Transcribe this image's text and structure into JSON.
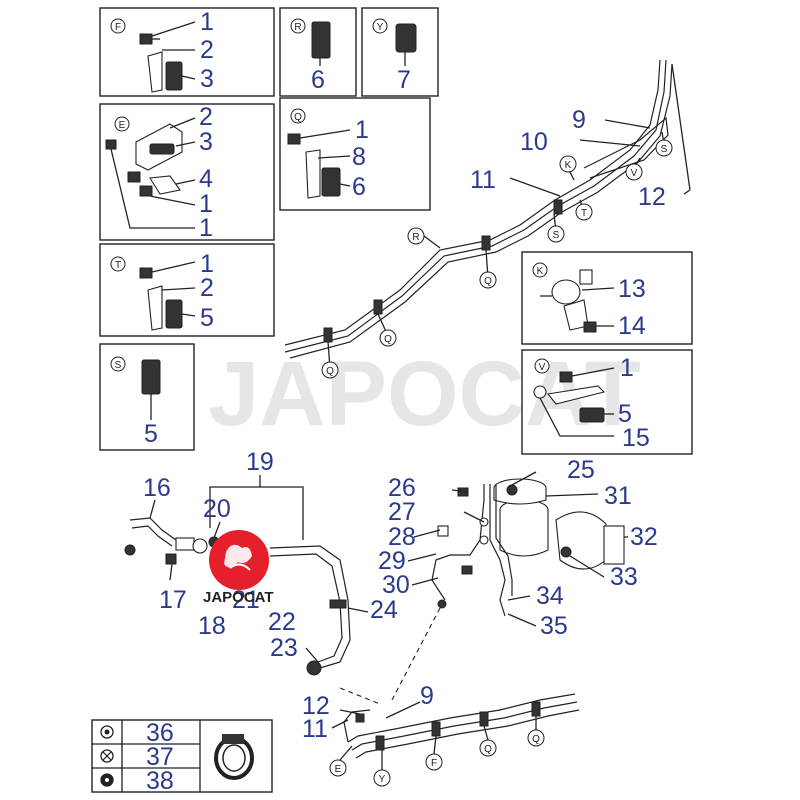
{
  "watermark": "JAPOCAT",
  "logo": {
    "text": "JAPOCAT",
    "color": "#e5202a"
  },
  "colors": {
    "numbers": "#2b3a8c",
    "lines": "#222222"
  },
  "boxes": {
    "F": {
      "letter": "F",
      "labels": [
        "1",
        "2",
        "3"
      ]
    },
    "R": {
      "letter": "R",
      "labels": [
        "6"
      ]
    },
    "Y": {
      "letter": "Y",
      "labels": [
        "7"
      ]
    },
    "E": {
      "letter": "E",
      "labels": [
        "2",
        "3",
        "4",
        "1",
        "1"
      ]
    },
    "Q": {
      "letter": "Q",
      "labels": [
        "1",
        "8",
        "6"
      ]
    },
    "T": {
      "letter": "T",
      "labels": [
        "1",
        "2",
        "5"
      ]
    },
    "S": {
      "letter": "S",
      "labels": [
        "5"
      ]
    },
    "K": {
      "letter": "K",
      "labels": [
        "13",
        "14"
      ]
    },
    "V": {
      "letter": "V",
      "labels": [
        "1",
        "5",
        "15"
      ]
    }
  },
  "upper_line": {
    "labels": [
      "9",
      "10",
      "11",
      "12"
    ],
    "callouts": [
      "K",
      "V",
      "S",
      "T",
      "S",
      "R",
      "Q",
      "Q",
      "Q"
    ]
  },
  "lower_assembly": {
    "labels": [
      "19",
      "16",
      "20",
      "17",
      "21",
      "18",
      "22",
      "24",
      "23",
      "25",
      "26",
      "31",
      "27",
      "28",
      "32",
      "29",
      "33",
      "30",
      "34",
      "35"
    ]
  },
  "lower_line": {
    "labels": [
      "12",
      "9",
      "11"
    ],
    "callouts": [
      "E",
      "Y",
      "F",
      "Q",
      "Q"
    ]
  },
  "legend": {
    "items": [
      {
        "num": "36",
        "icon": "circle-dot"
      },
      {
        "num": "37",
        "icon": "circle-x"
      },
      {
        "num": "38",
        "icon": "circle-filled"
      }
    ]
  }
}
